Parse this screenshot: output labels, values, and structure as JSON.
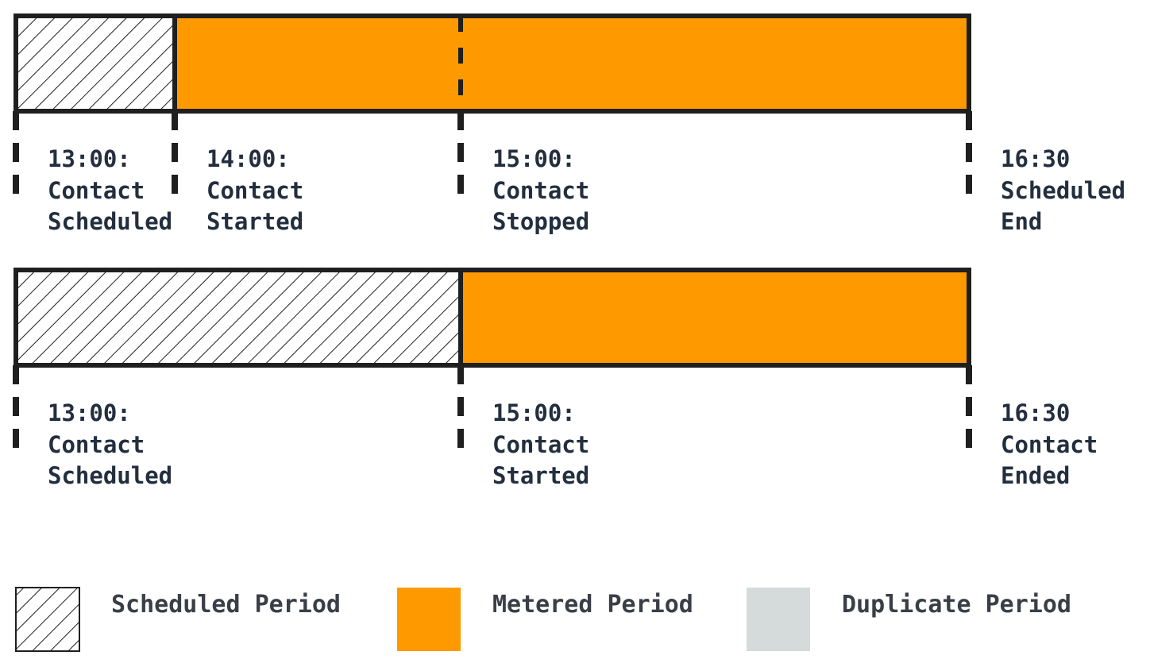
{
  "colors": {
    "metered": "#ff9900",
    "duplicate": "#d5dbdb",
    "line": "#1f1f1f",
    "text": "#232f3e"
  },
  "timelines": [
    {
      "markers": [
        {
          "time": "13:00:",
          "lines": [
            "Contact",
            "Scheduled"
          ]
        },
        {
          "time": "14:00:",
          "lines": [
            "Contact",
            "Started"
          ]
        },
        {
          "time": "15:00:",
          "lines": [
            "Contact",
            "Stopped"
          ]
        },
        {
          "time": "16:30",
          "lines": [
            "Scheduled",
            "End"
          ]
        }
      ]
    },
    {
      "markers": [
        {
          "time": "13:00:",
          "lines": [
            "Contact",
            "Scheduled"
          ]
        },
        {
          "time": "15:00:",
          "lines": [
            "Contact",
            "Started"
          ]
        },
        {
          "time": "16:30",
          "lines": [
            "Contact",
            "Ended"
          ]
        }
      ]
    }
  ],
  "legend": [
    {
      "key": "scheduled",
      "label": "Scheduled Period",
      "swatch": "hatch"
    },
    {
      "key": "metered",
      "label": "Metered Period",
      "swatch": "#ff9900"
    },
    {
      "key": "duplicate",
      "label": "Duplicate Period",
      "swatch": "#d5dbdb"
    }
  ]
}
